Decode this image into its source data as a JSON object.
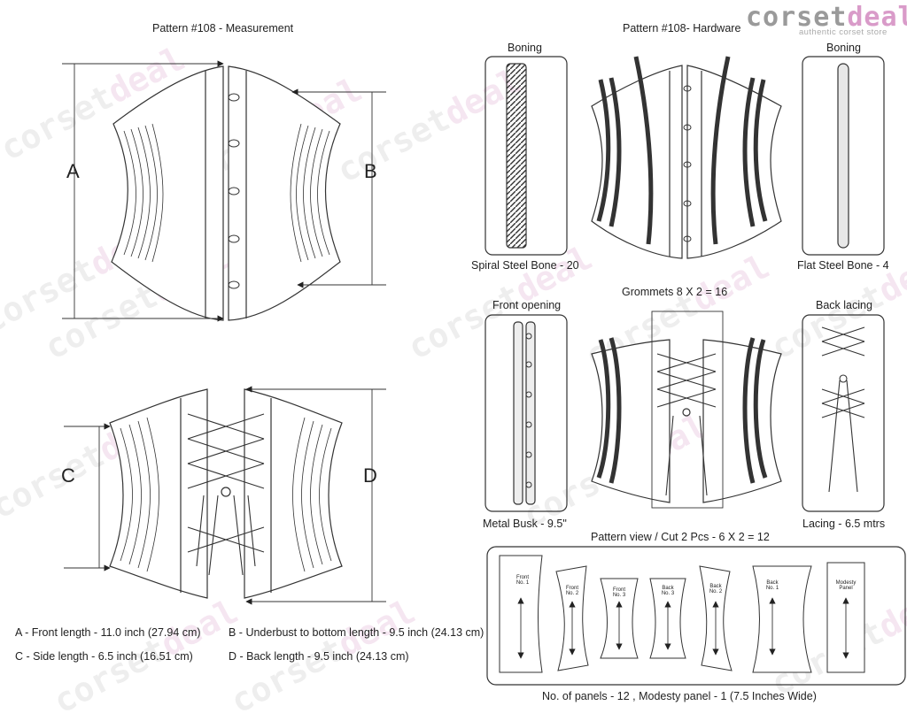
{
  "brand": {
    "name_a": "corset",
    "name_b": "deal",
    "tagline": "authentic corset store"
  },
  "measurement": {
    "title": "Pattern #108 -  Measurement",
    "labels": {
      "a": "A",
      "b": "B",
      "c": "C",
      "d": "D"
    },
    "legend": [
      "A - Front length - 11.0 inch (27.94 cm)",
      "B - Underbust to bottom length - 9.5 inch (24.13 cm)",
      "C - Side length - 6.5 inch (16.51 cm)",
      "D - Back length - 9.5 inch (24.13 cm)"
    ]
  },
  "hardware": {
    "title": "Pattern #108-  Hardware",
    "boning_left_title": "Boning",
    "boning_left_caption": "Spiral Steel Bone - 20",
    "boning_right_title": "Boning",
    "boning_right_caption": "Flat Steel Bone - 4",
    "grommets": "Grommets 8 X 2 = 16",
    "front_opening_title": "Front opening",
    "front_opening_caption": "Metal Busk - 9.5\"",
    "back_lacing_title": "Back lacing",
    "back_lacing_caption": "Lacing - 6.5 mtrs"
  },
  "pattern_view": {
    "title": "Pattern view  /  Cut 2 Pcs - 6 X 2 = 12",
    "footer": "No. of panels - 12  , Modesty panel - 1 (7.5 Inches Wide)",
    "pieces": [
      "Front No. 1",
      "Front No. 2",
      "Front No. 3",
      "Back No. 3",
      "Back No. 2",
      "Back No. 1",
      "Modesty Panel"
    ]
  },
  "colors": {
    "line": "#333333",
    "logo_grey": "#9a9a9a",
    "logo_pink": "#d99bc9"
  }
}
